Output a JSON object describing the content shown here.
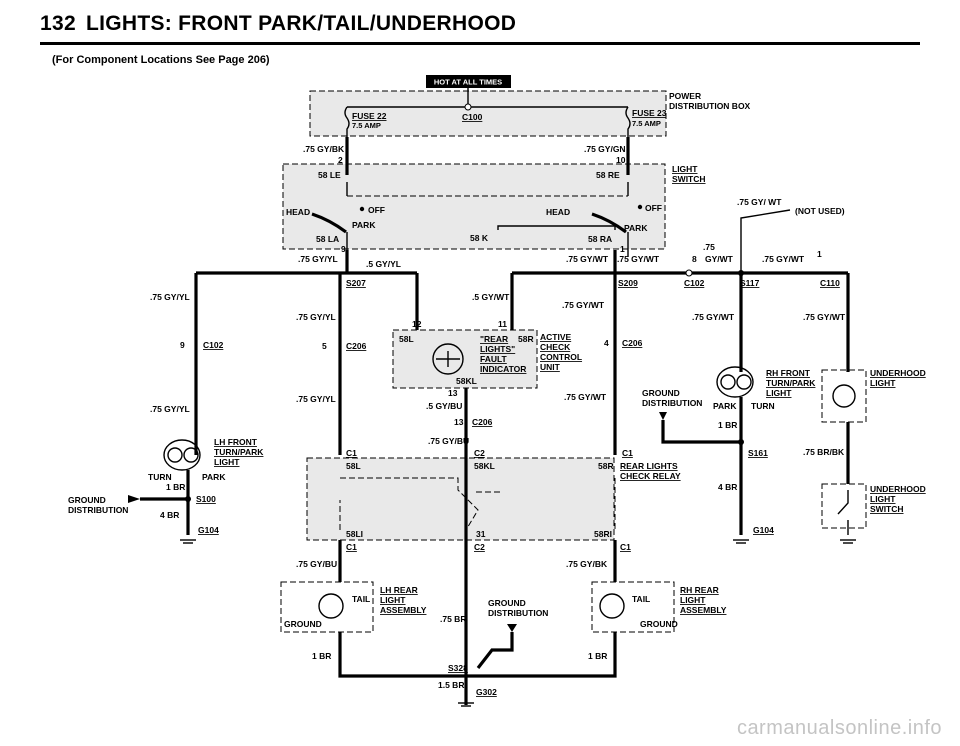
{
  "header": {
    "page_number": "132",
    "title": "LIGHTS: FRONT PARK/TAIL/UNDERHOOD",
    "subtitle": "(For Component Locations See Page 206)"
  },
  "watermark": "carmanualsonline.info",
  "diagram": {
    "hot_label": "HOT AT ALL TIMES",
    "power_box": {
      "line1": "POWER",
      "line2": "DISTRIBUTION BOX"
    },
    "fuse_left": {
      "name": "FUSE 22",
      "rating": "7.5 AMP"
    },
    "fuse_right": {
      "name": "FUSE 23",
      "rating": "7.5 AMP"
    },
    "conn_c100": "C100",
    "wire_gybk": ".75 GY/BK",
    "wire_gygn": ".75 GY/GN",
    "pin_2": "2",
    "pin_10": "10",
    "light_switch": {
      "line1": "LIGHT",
      "line2": "SWITCH"
    },
    "sw_58le": "58 LE",
    "sw_58re": "58 RE",
    "sw_head_l": "HEAD",
    "sw_off_l": "OFF",
    "sw_park_l": "PARK",
    "sw_head_r": "HEAD",
    "sw_off_r": "OFF",
    "sw_park_r": "PARK",
    "sw_58la": "58 LA",
    "sw_58k": "58 K",
    "sw_58ra": "58 RA",
    "pin_9": "9",
    "pin_1": "1",
    "wire_gyyl_sw": ".75 GY/YL",
    "wire_5gyyl": ".5 GY/YL",
    "wire_gywt_sw": ".75 GY/WT",
    "wire_gywt_b": ".75 GY/WT",
    "wire_75": ".75",
    "pin_8": "8",
    "wire_gywt_c": "GY/WT",
    "wire_gywt_d": ".75 GY/WT",
    "pin_1b": "1",
    "wire_gywt_top": ".75 GY/ WT",
    "not_used": "(NOT USED)",
    "s207": "S207",
    "s209": "S209",
    "c102_top": "C102",
    "s117": "S117",
    "c110": "C110",
    "wire_gyyl_l1": ".75 GY/YL",
    "pin_9b": "9",
    "c102_left": "C102",
    "wire_gyyl_l2": ".75 GY/YL",
    "lh_front": {
      "l1": "LH FRONT",
      "l2": "TURN/PARK",
      "l3": "LIGHT"
    },
    "turn": "TURN",
    "park": "PARK",
    "br1": "1 BR",
    "ground_dist": {
      "l1": "GROUND",
      "l2": "DISTRIBUTION"
    },
    "s100": "S100",
    "br4": "4 BR",
    "g104": "G104",
    "wire_gyyl_m1": ".75 GY/YL",
    "pin_5": "5",
    "c206_a": "C206",
    "wire_gyyl_m2": ".75 GY/YL",
    "wire_5gywt": ".5 GY/WT",
    "wire_gywt_m": ".75 GY/WT",
    "pin_12": "12",
    "pin_11": "11",
    "acu_58l": "58L",
    "acu_58r": "58R",
    "fault": {
      "l1": "\"REAR",
      "l2": "LIGHTS\"",
      "l3": "FAULT",
      "l4": "INDICATOR"
    },
    "acu_58kl": "58KL",
    "pin_13": "13",
    "active_check": {
      "l1": "ACTIVE",
      "l2": "CHECK",
      "l3": "CONTROL",
      "l4": "UNIT"
    },
    "pin_4": "4",
    "c206_b": "C206",
    "wire_5gybu": ".5 GY/BU",
    "pin_13b": "13",
    "c206_c": "C206",
    "wire_gybu_c": ".75 GY/BU",
    "wire_gywt_n": ".75 GY/WT",
    "gd2": {
      "l1": "GROUND",
      "l2": "DISTRIBUTION"
    },
    "park2": "PARK",
    "turn2": "TURN",
    "br1b": "1 BR",
    "wire_gywt_r": ".75 GY/WT",
    "rh_front": {
      "l1": "RH FRONT",
      "l2": "TURN/PARK",
      "l3": "LIGHT"
    },
    "wire_gywt_rr": ".75 GY/WT",
    "underhood_light": {
      "l1": "UNDERHOOD",
      "l2": "LIGHT"
    },
    "c1_a": "C1",
    "c1_b": "C1",
    "c2_a": "C2",
    "relay_58l": "58L",
    "relay_58kl": "58KL",
    "relay_58r": "58R",
    "relay": {
      "l1": "REAR LIGHTS",
      "l2": "CHECK RELAY"
    },
    "s161": "S161",
    "wire_brbk": ".75 BR/BK",
    "br4b": "4 BR",
    "underhood_switch": {
      "l1": "UNDERHOOD",
      "l2": "LIGHT",
      "l3": "SWITCH"
    },
    "relay_58li": "58LI",
    "relay_31": "31",
    "relay_58ri": "58RI",
    "g104b": "G104",
    "c1_c": "C1",
    "c2_b": "C2",
    "c1_d": "C1",
    "wire_gybu_b": ".75 GY/BU",
    "wire_gybk_b": ".75 GY/BK",
    "lh_rear": {
      "l1": "LH REAR",
      "l2": "LIGHT",
      "l3": "ASSEMBLY"
    },
    "rh_rear": {
      "l1": "RH REAR",
      "l2": "LIGHT",
      "l3": "ASSEMBLY"
    },
    "tail_l": "TAIL",
    "tail_r": "TAIL",
    "ground_l": "GROUND",
    "ground_r": "GROUND",
    "wire_75br": ".75 BR",
    "gd3": {
      "l1": "GROUND",
      "l2": "DISTRIBUTION"
    },
    "br1c": "1 BR",
    "br1d": "1 BR",
    "s328": "S328",
    "br15": "1.5 BR",
    "g302": "G302"
  }
}
